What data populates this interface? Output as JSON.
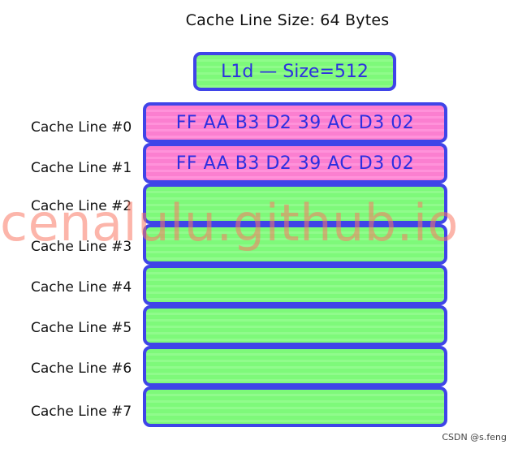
{
  "title": "Cache Line Size: 64 Bytes",
  "l1d": {
    "label": "L1d — Size=512"
  },
  "cache_lines": [
    {
      "label": "Cache Line #0",
      "bytes": "FF AA B3 D2 39 AC D3 02",
      "state": "filled",
      "color": "#fb7fd0"
    },
    {
      "label": "Cache Line #1",
      "bytes": "FF AA B3 D2 39 AC D3 02",
      "state": "filled",
      "color": "#fb7fd0"
    },
    {
      "label": "Cache Line #2",
      "bytes": "",
      "state": "empty",
      "color": "#7ef97a"
    },
    {
      "label": "Cache Line #3",
      "bytes": "",
      "state": "empty",
      "color": "#7ef97a"
    },
    {
      "label": "Cache Line #4",
      "bytes": "",
      "state": "empty",
      "color": "#7ef97a"
    },
    {
      "label": "Cache Line #5",
      "bytes": "",
      "state": "empty",
      "color": "#7ef97a"
    },
    {
      "label": "Cache Line #6",
      "bytes": "",
      "state": "empty",
      "color": "#7ef97a"
    },
    {
      "label": "Cache Line #7",
      "bytes": "",
      "state": "empty",
      "color": "#7ef97a"
    }
  ],
  "colors": {
    "border": "#3f44e8",
    "text_accent": "#2c2fe0",
    "filled": "#fb7fd0",
    "empty": "#7ef97a",
    "watermark": "#fa7864"
  },
  "watermark": "cenalulu.github.io",
  "credit": "CSDN @s.feng"
}
